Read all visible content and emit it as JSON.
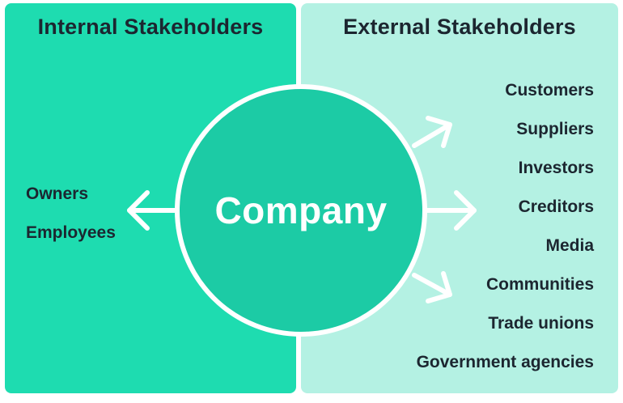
{
  "internal": {
    "title": "Internal Stakeholders",
    "items": [
      "Owners",
      "Employees"
    ]
  },
  "external": {
    "title": "External Stakeholders",
    "items": [
      "Customers",
      "Suppliers",
      "Investors",
      "Creditors",
      "Media",
      "Communities",
      "Trade unions",
      "Government agencies"
    ]
  },
  "center": {
    "label": "Company"
  },
  "colors": {
    "internal_panel": "#1edcb0",
    "external_panel": "#b4f1e3",
    "circle": "#1ccba5",
    "text": "#1c2630",
    "arrow": "#ffffff"
  }
}
